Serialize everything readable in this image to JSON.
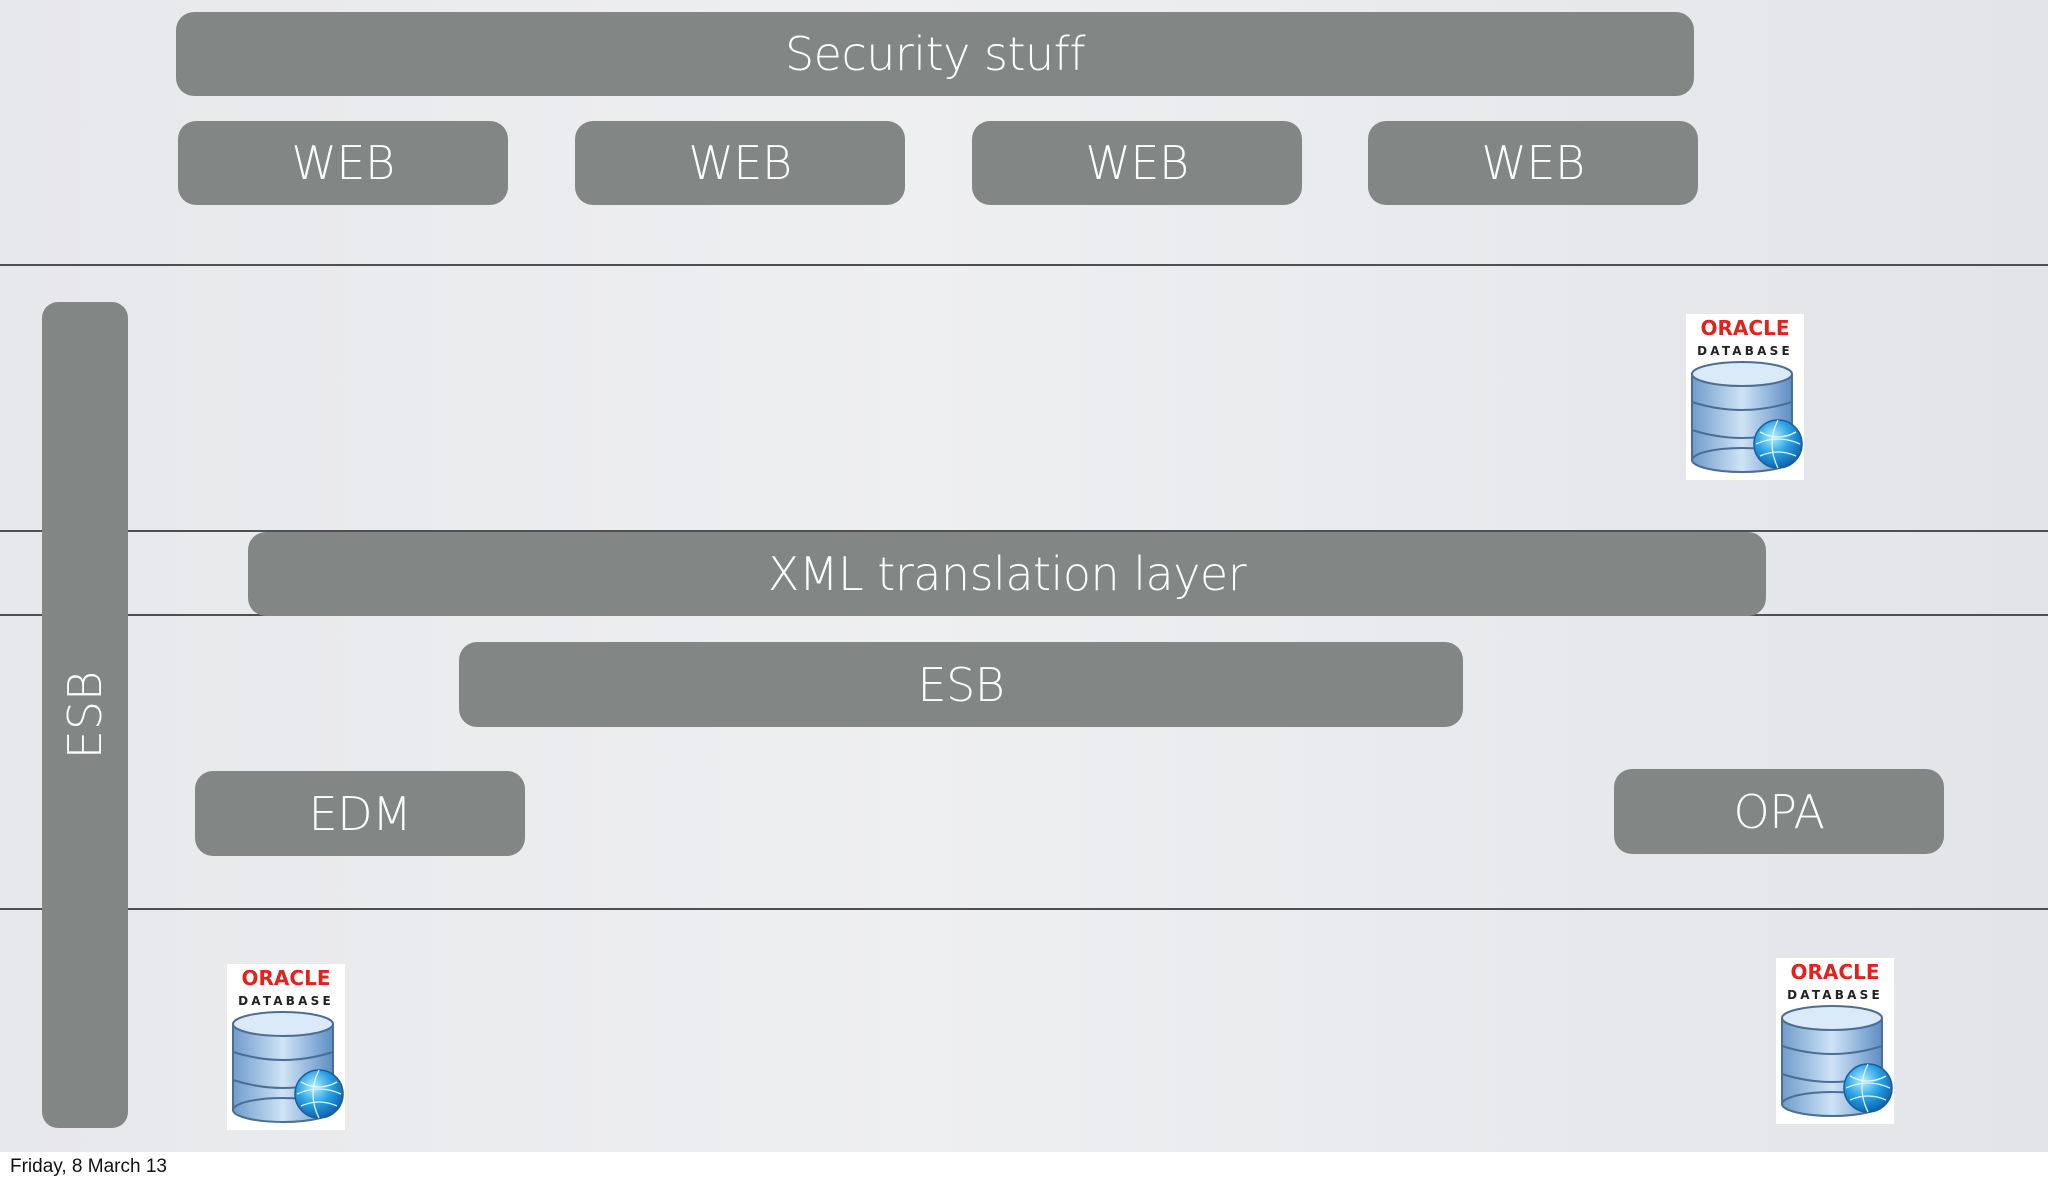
{
  "diagram": {
    "security": "Security stuff",
    "web_boxes": [
      "WEB",
      "WEB",
      "WEB",
      "WEB"
    ],
    "esb_vertical": "ESB",
    "xml_layer": "XML translation layer",
    "esb_box": "ESB",
    "edm": "EDM",
    "opa": "OPA",
    "oracle_logo": {
      "brand": "ORACLE",
      "product": "DATABASE"
    }
  },
  "footer": {
    "date": "Friday, 8 March 13"
  },
  "colors": {
    "box_fill": "#828786",
    "oracle_red": "#e3221e",
    "divider": "#4d4f51"
  }
}
